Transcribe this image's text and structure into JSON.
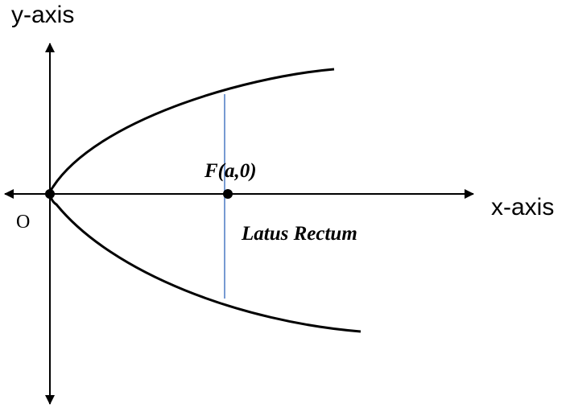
{
  "diagram": {
    "y_axis_label": "y-axis",
    "x_axis_label": "x-axis",
    "origin_label": "O",
    "focus_label": "F(a,0)",
    "latus_rectum_label": "Latus Rectum",
    "colors": {
      "curve": "#000000",
      "axes": "#000000",
      "latus_rectum": "#4a78c4",
      "points": "#000000"
    }
  }
}
